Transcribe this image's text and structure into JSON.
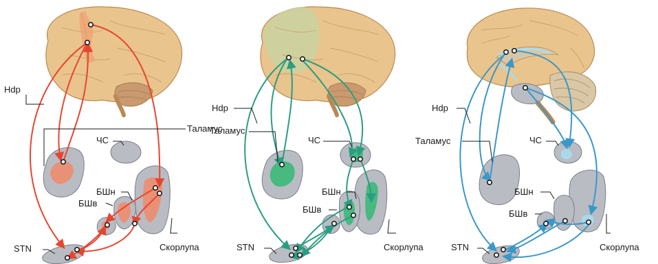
{
  "panels": [
    {
      "id": "panel-1",
      "pathway_color": "#e8452f",
      "highlight_color": "#f08a6a",
      "labels": {
        "hdp": "Hdp",
        "thalamus": "Таламус",
        "cs": "ЧС",
        "bshn": "БШн",
        "bshv": "БШв",
        "stn": "STN",
        "putamen": "Скорлупа"
      }
    },
    {
      "id": "panel-2",
      "pathway_color": "#2a9d82",
      "highlight_color": "#3cb878",
      "labels": {
        "hdp": "Hdp",
        "thalamus": "Таламус",
        "cs": "ЧС",
        "bshn": "БШн",
        "bshv": "БШв",
        "stn": "STN",
        "putamen": "Скорлупа"
      }
    },
    {
      "id": "panel-3",
      "pathway_color": "#3a97c9",
      "highlight_color": "#a9dcef",
      "labels": {
        "hdp": "Hdp",
        "thalamus": "Таламус",
        "cs": "ЧС",
        "bshn": "БШн",
        "bshv": "БШв",
        "stn": "STN",
        "putamen": "Скорлупа"
      }
    }
  ],
  "colors": {
    "brain": "#e9c48c",
    "brain_outline": "#b88a55",
    "cerebellum": "#c99a70",
    "nucleus": "#b9bcc3",
    "nucleus_outline": "#7a7d85"
  }
}
